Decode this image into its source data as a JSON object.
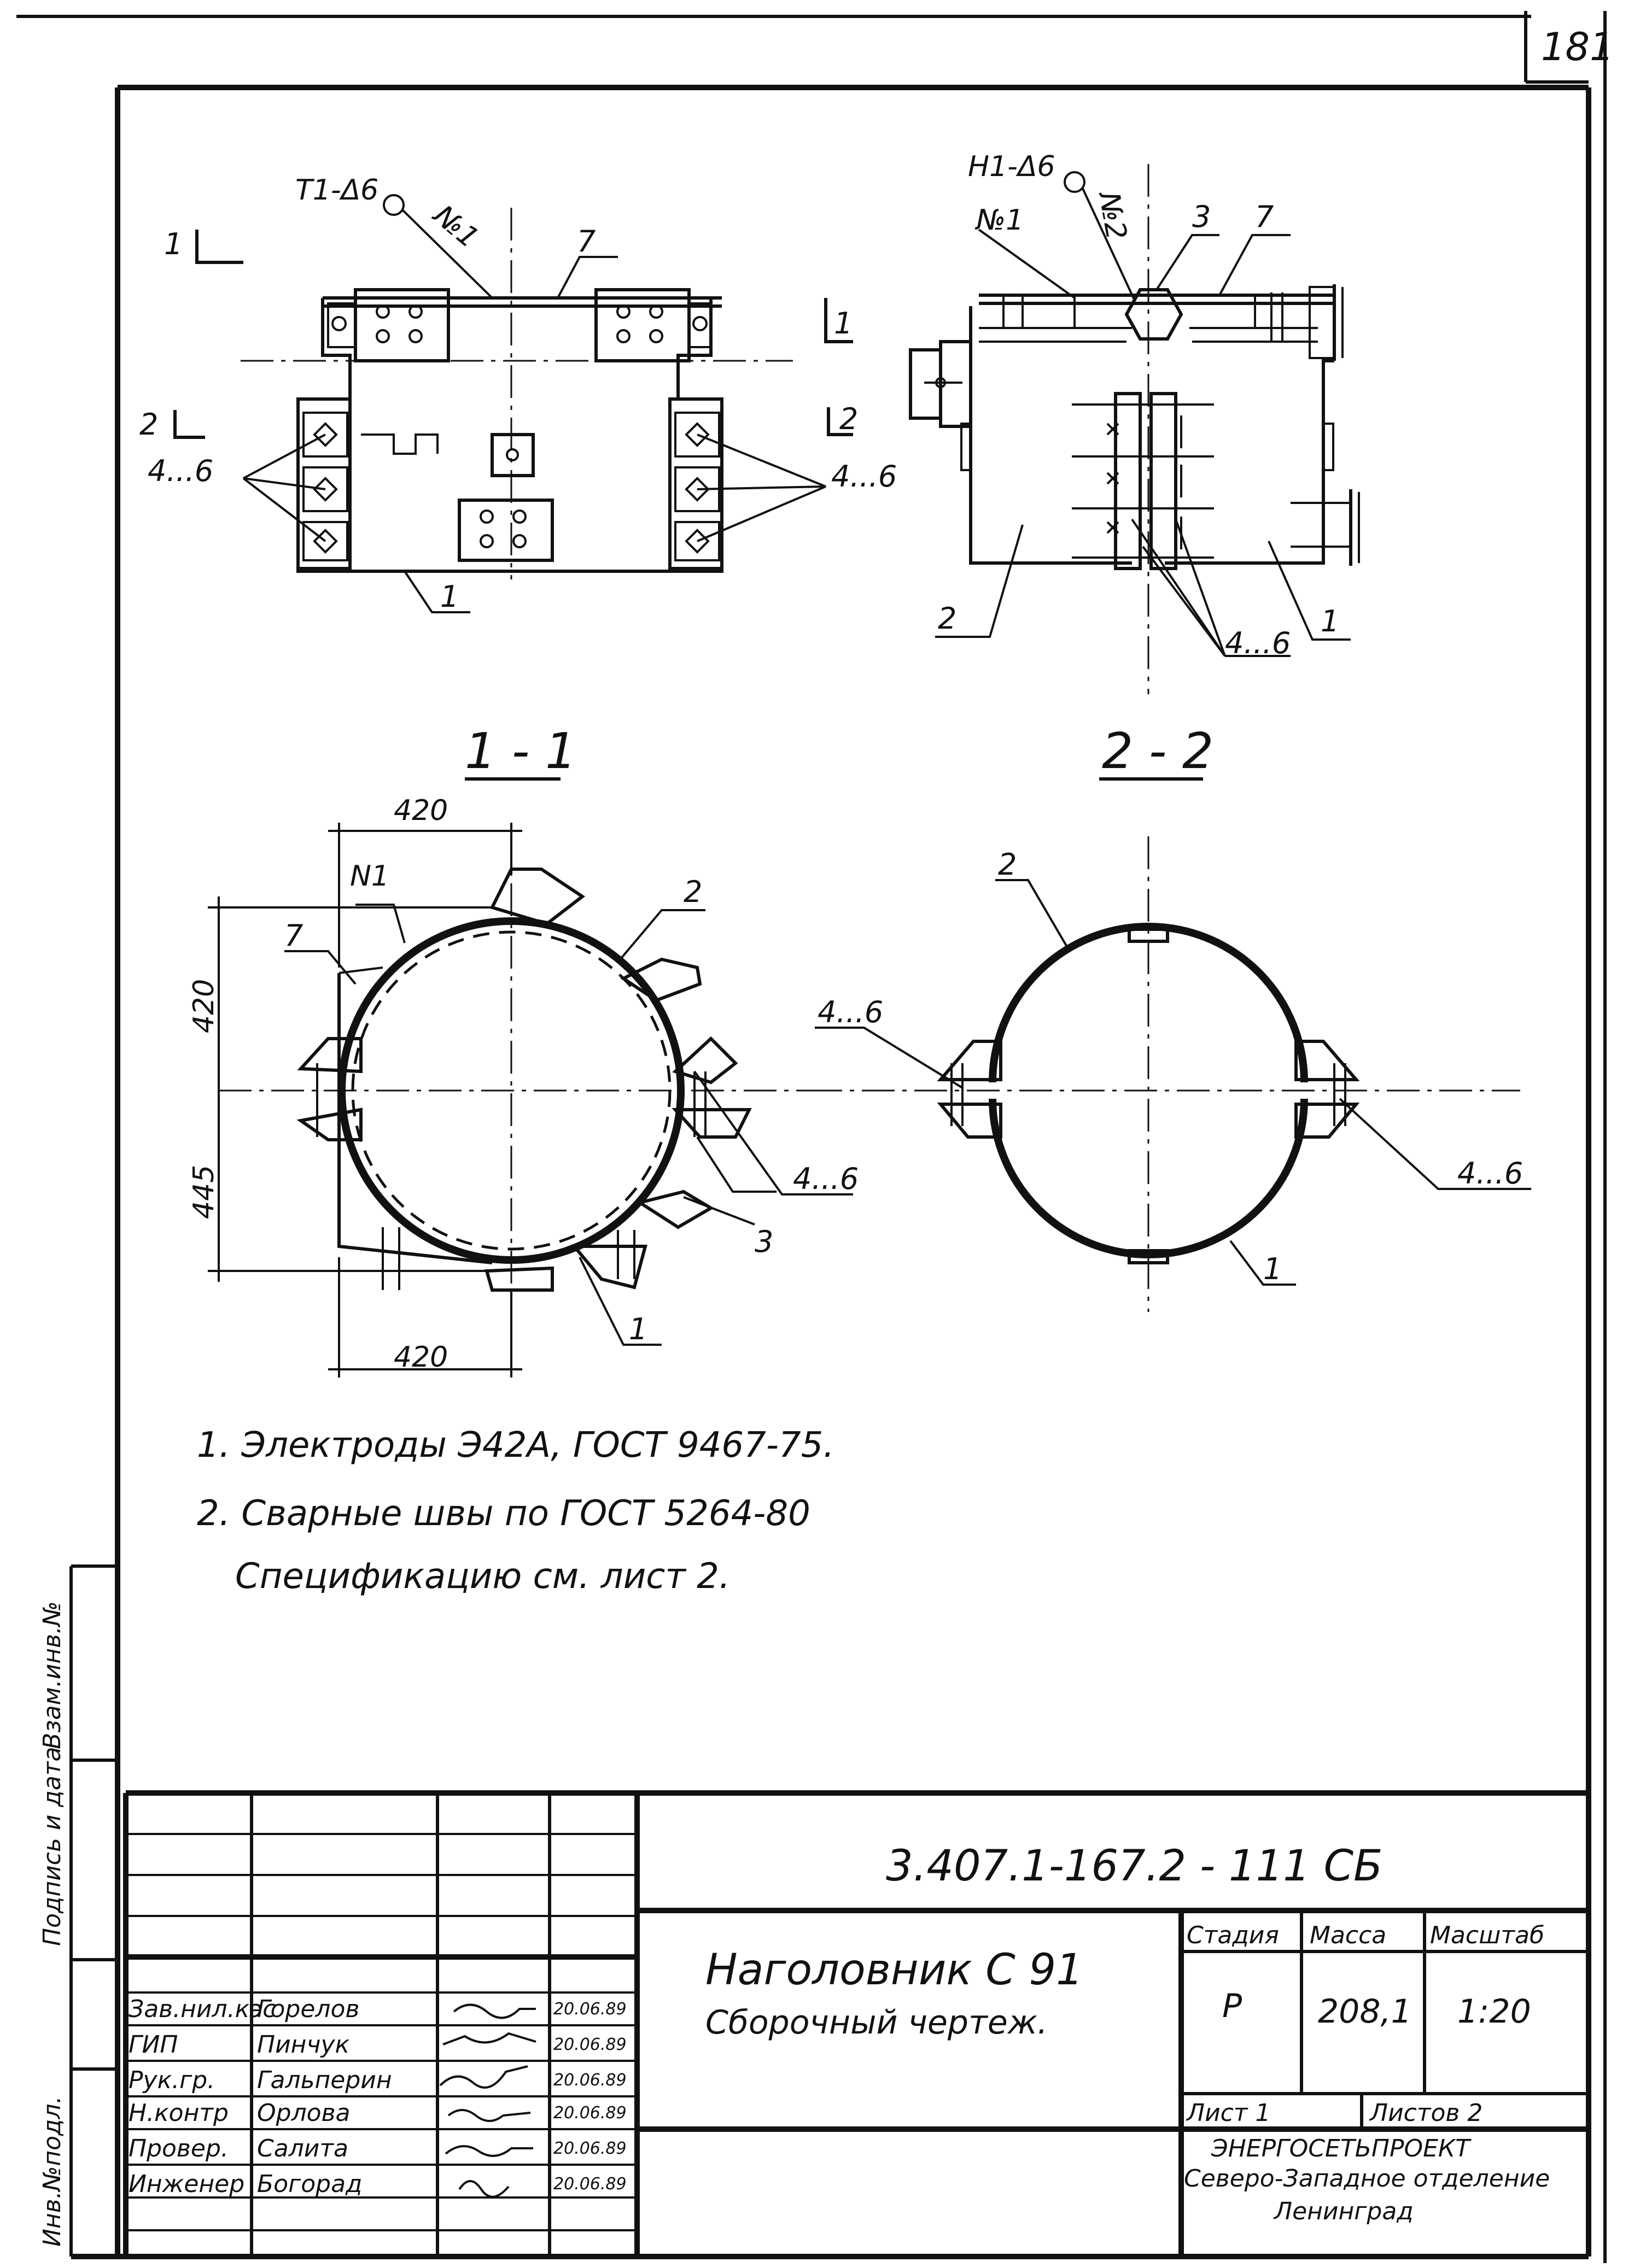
{
  "page_number": "181",
  "views": {
    "plan_left": {
      "section_mark_top": "1",
      "section_mark_right": "1",
      "section_mark_left2": "2",
      "section_mark_right2": "2",
      "weld_callout": "Т1-Δ6",
      "weld_seam": "№1",
      "part_7": "7",
      "part_1": "1",
      "parts_4_6_left": "4...6",
      "parts_4_6_right": "4...6"
    },
    "plan_right": {
      "weld_callout": "Н1-Δ6",
      "weld_seam_1": "№1",
      "weld_seam_2": "№2",
      "part_3": "3",
      "part_7": "7",
      "part_2": "2",
      "part_1": "1",
      "parts_4_6": "4...6"
    },
    "section_1_1": {
      "title": "1 - 1",
      "dim_top": "420",
      "dim_bottom": "420",
      "dim_left_upper": "420",
      "dim_left_lower": "445",
      "weld_seam": "N1",
      "part_7": "7",
      "part_2": "2",
      "part_3": "3",
      "part_1": "1",
      "parts_4_6": "4...6"
    },
    "section_2_2": {
      "title": "2 - 2",
      "part_2": "2",
      "part_1": "1",
      "parts_4_6_left": "4...6",
      "parts_4_6_right": "4...6"
    }
  },
  "notes": [
    "1. Электроды Э42А, ГОСТ 9467-75.",
    "2. Сварные швы по ГОСТ 5264-80",
    "Спецификацию см. лист 2."
  ],
  "side_stamp": {
    "inv_podl": "Инв.№подл.",
    "podpis_data": "Подпись и дата",
    "vzam_inv": "Взам.инв.№"
  },
  "title_block": {
    "designation": "3.407.1-167.2 - 111 СБ",
    "name_line1": "Наголовник С 91",
    "name_line2": "Сборочный чертеж.",
    "stage_header": "Стадия",
    "mass_header": "Масса",
    "scale_header": "Масштаб",
    "stage": "Р",
    "mass": "208,1",
    "scale": "1:20",
    "sheet": "Лист 1",
    "sheets": "Листов 2",
    "org_line1": "ЭНЕРГОСЕТЬПРОЕКТ",
    "org_line2": "Северо-Западное отделение",
    "org_line3": "Ленинград",
    "signatures": [
      {
        "role": "Зав.нил.кэс",
        "name": "Горелов",
        "date": "20.06.89"
      },
      {
        "role": "ГИП",
        "name": "Пинчук",
        "date": "20.06.89"
      },
      {
        "role": "Рук.гр.",
        "name": "Гальперин",
        "date": "20.06.89"
      },
      {
        "role": "Н.контр",
        "name": "Орлова",
        "date": "20.06.89"
      },
      {
        "role": "Провер.",
        "name": "Салита",
        "date": "20.06.89"
      },
      {
        "role": "Инженер",
        "name": "Богорад",
        "date": "20.06.89"
      }
    ]
  }
}
